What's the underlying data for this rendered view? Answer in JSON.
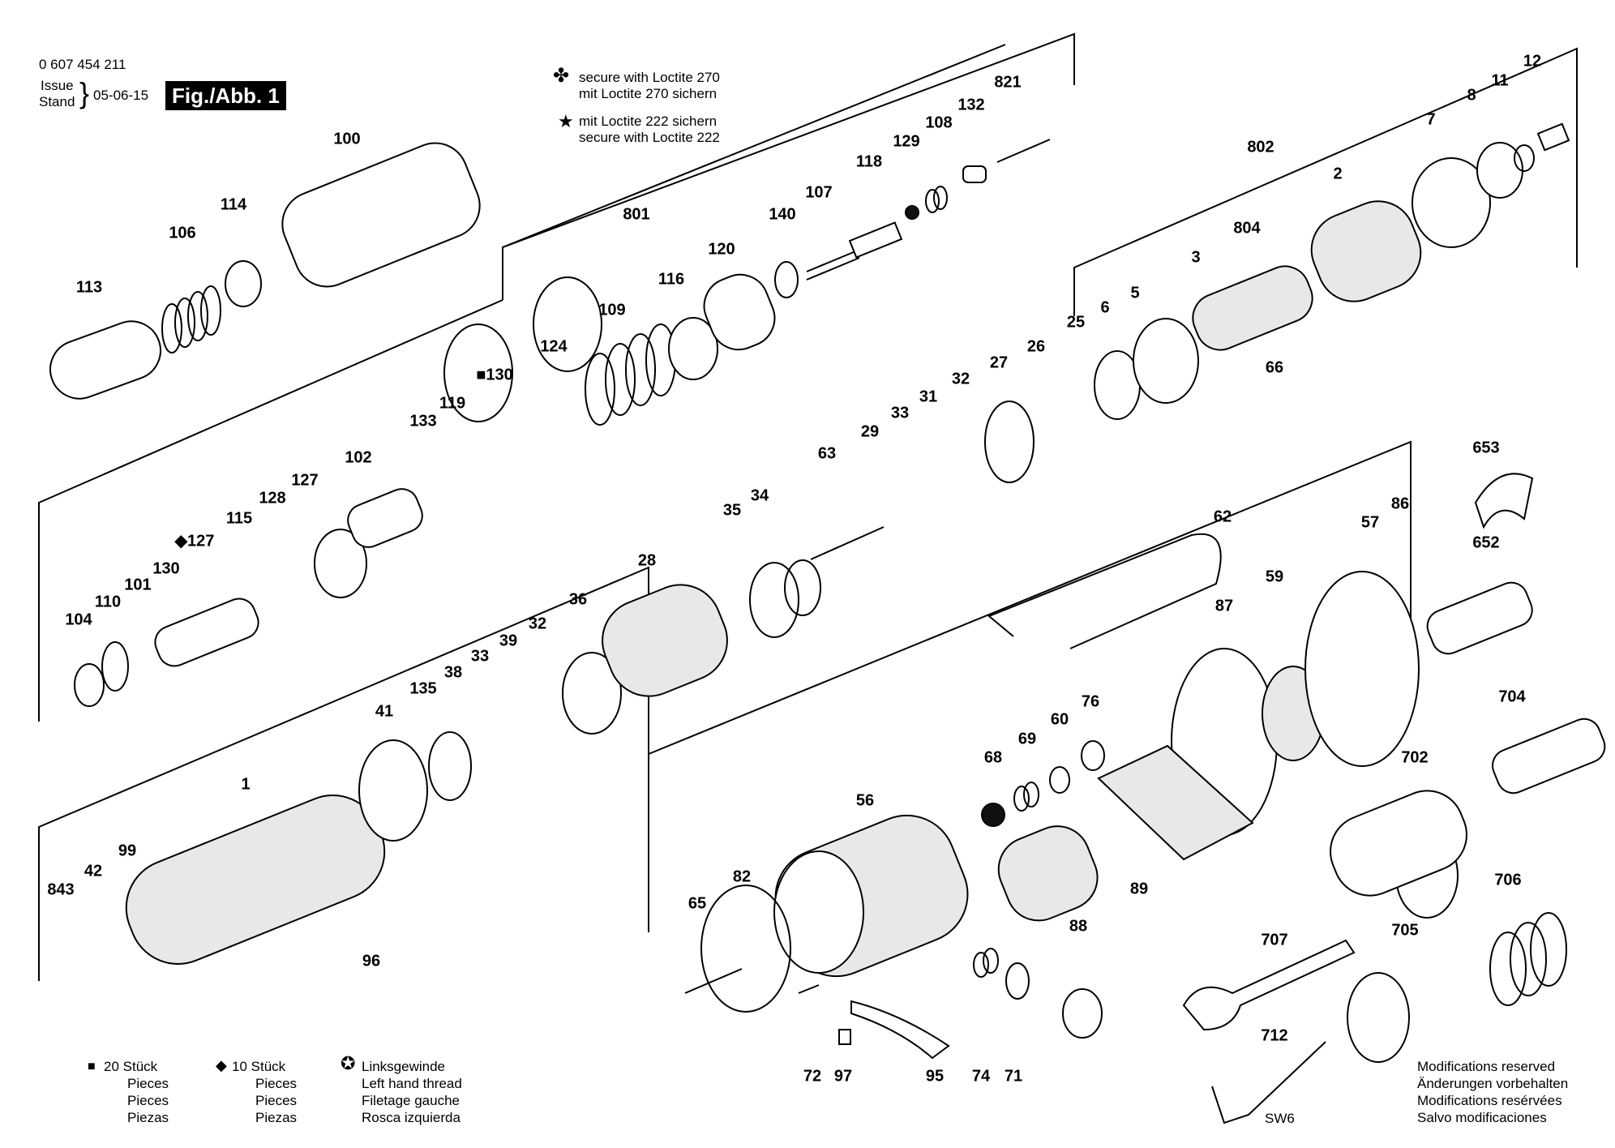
{
  "header": {
    "part_number": "0 607 454 211",
    "issue_label_1": "Issue",
    "issue_label_2": "Stand",
    "issue_date": "05-06-15",
    "figure": "Fig./Abb. 1"
  },
  "loctite_notes": {
    "clover_1": "secure with Loctite 270",
    "clover_2": "mit Loctite 270 sichern",
    "star_1": "mit Loctite 222 sichern",
    "star_2": "secure with Loctite 222"
  },
  "legend": {
    "square_qty": "20 Stück",
    "diamond_qty": "10 Stück",
    "pieces": [
      "Pieces",
      "Pieces",
      "Piezas"
    ],
    "left_thread": [
      "Linksgewinde",
      "Left hand thread",
      "Filetage gauche",
      "Rosca izquierda"
    ]
  },
  "modifications": [
    "Modifications reserved",
    "Änderungen vorbehalten",
    "Modifications resérvées",
    "Salvo modificaciones"
  ],
  "tool_label": "SW6",
  "part_labels": [
    "100",
    "114",
    "106",
    "113",
    "801",
    "140",
    "107",
    "118",
    "129",
    "108",
    "132",
    "821",
    "120",
    "116",
    "109",
    "124",
    "■130",
    "119",
    "133",
    "102",
    "127",
    "128",
    "◆127",
    "115",
    "130",
    "101",
    "110",
    "104",
    "802",
    "7",
    "8",
    "11",
    "12",
    "2",
    "804",
    "3",
    "6",
    "5",
    "25",
    "66",
    "27",
    "26",
    "32",
    "31",
    "33",
    "29",
    "63",
    "35",
    "34",
    "28",
    "36",
    "32",
    "39",
    "33",
    "38",
    "135",
    "41",
    "1",
    "99",
    "42",
    "843",
    "96",
    "62",
    "87",
    "59",
    "57",
    "86",
    "653",
    "652",
    "704",
    "702",
    "706",
    "705",
    "707",
    "712",
    "68",
    "69",
    "60",
    "76",
    "56",
    "82",
    "65",
    "72",
    "97",
    "95",
    "74",
    "71",
    "88",
    "89"
  ]
}
